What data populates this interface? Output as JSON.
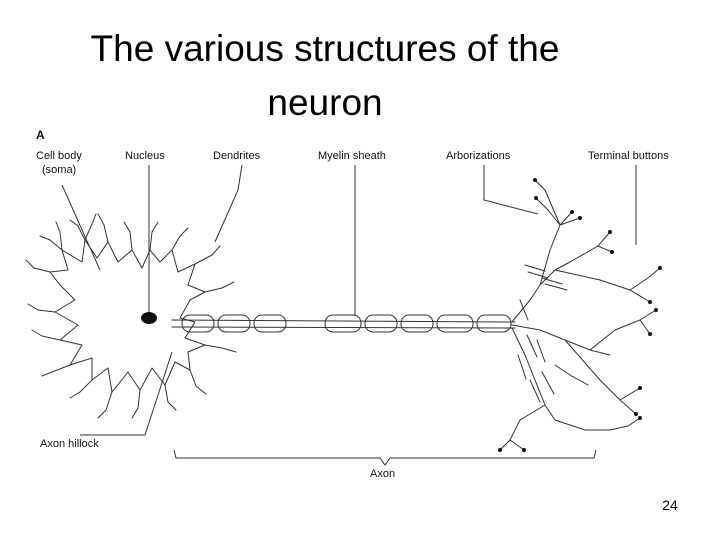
{
  "slide": {
    "title_line1": "The various structures of the",
    "title_line2": "neuron",
    "page_number": "24"
  },
  "figure": {
    "panel_label": "A",
    "labels": {
      "cell_body_line1": "Cell body",
      "cell_body_line2": "(soma)",
      "nucleus": "Nucleus",
      "dendrites": "Dendrites",
      "myelin_sheath": "Myelin sheath",
      "arborizations": "Arborizations",
      "terminal_buttons": "Terminal buttons",
      "axon_hillock": "Axon hillock",
      "axon": "Axon"
    }
  }
}
